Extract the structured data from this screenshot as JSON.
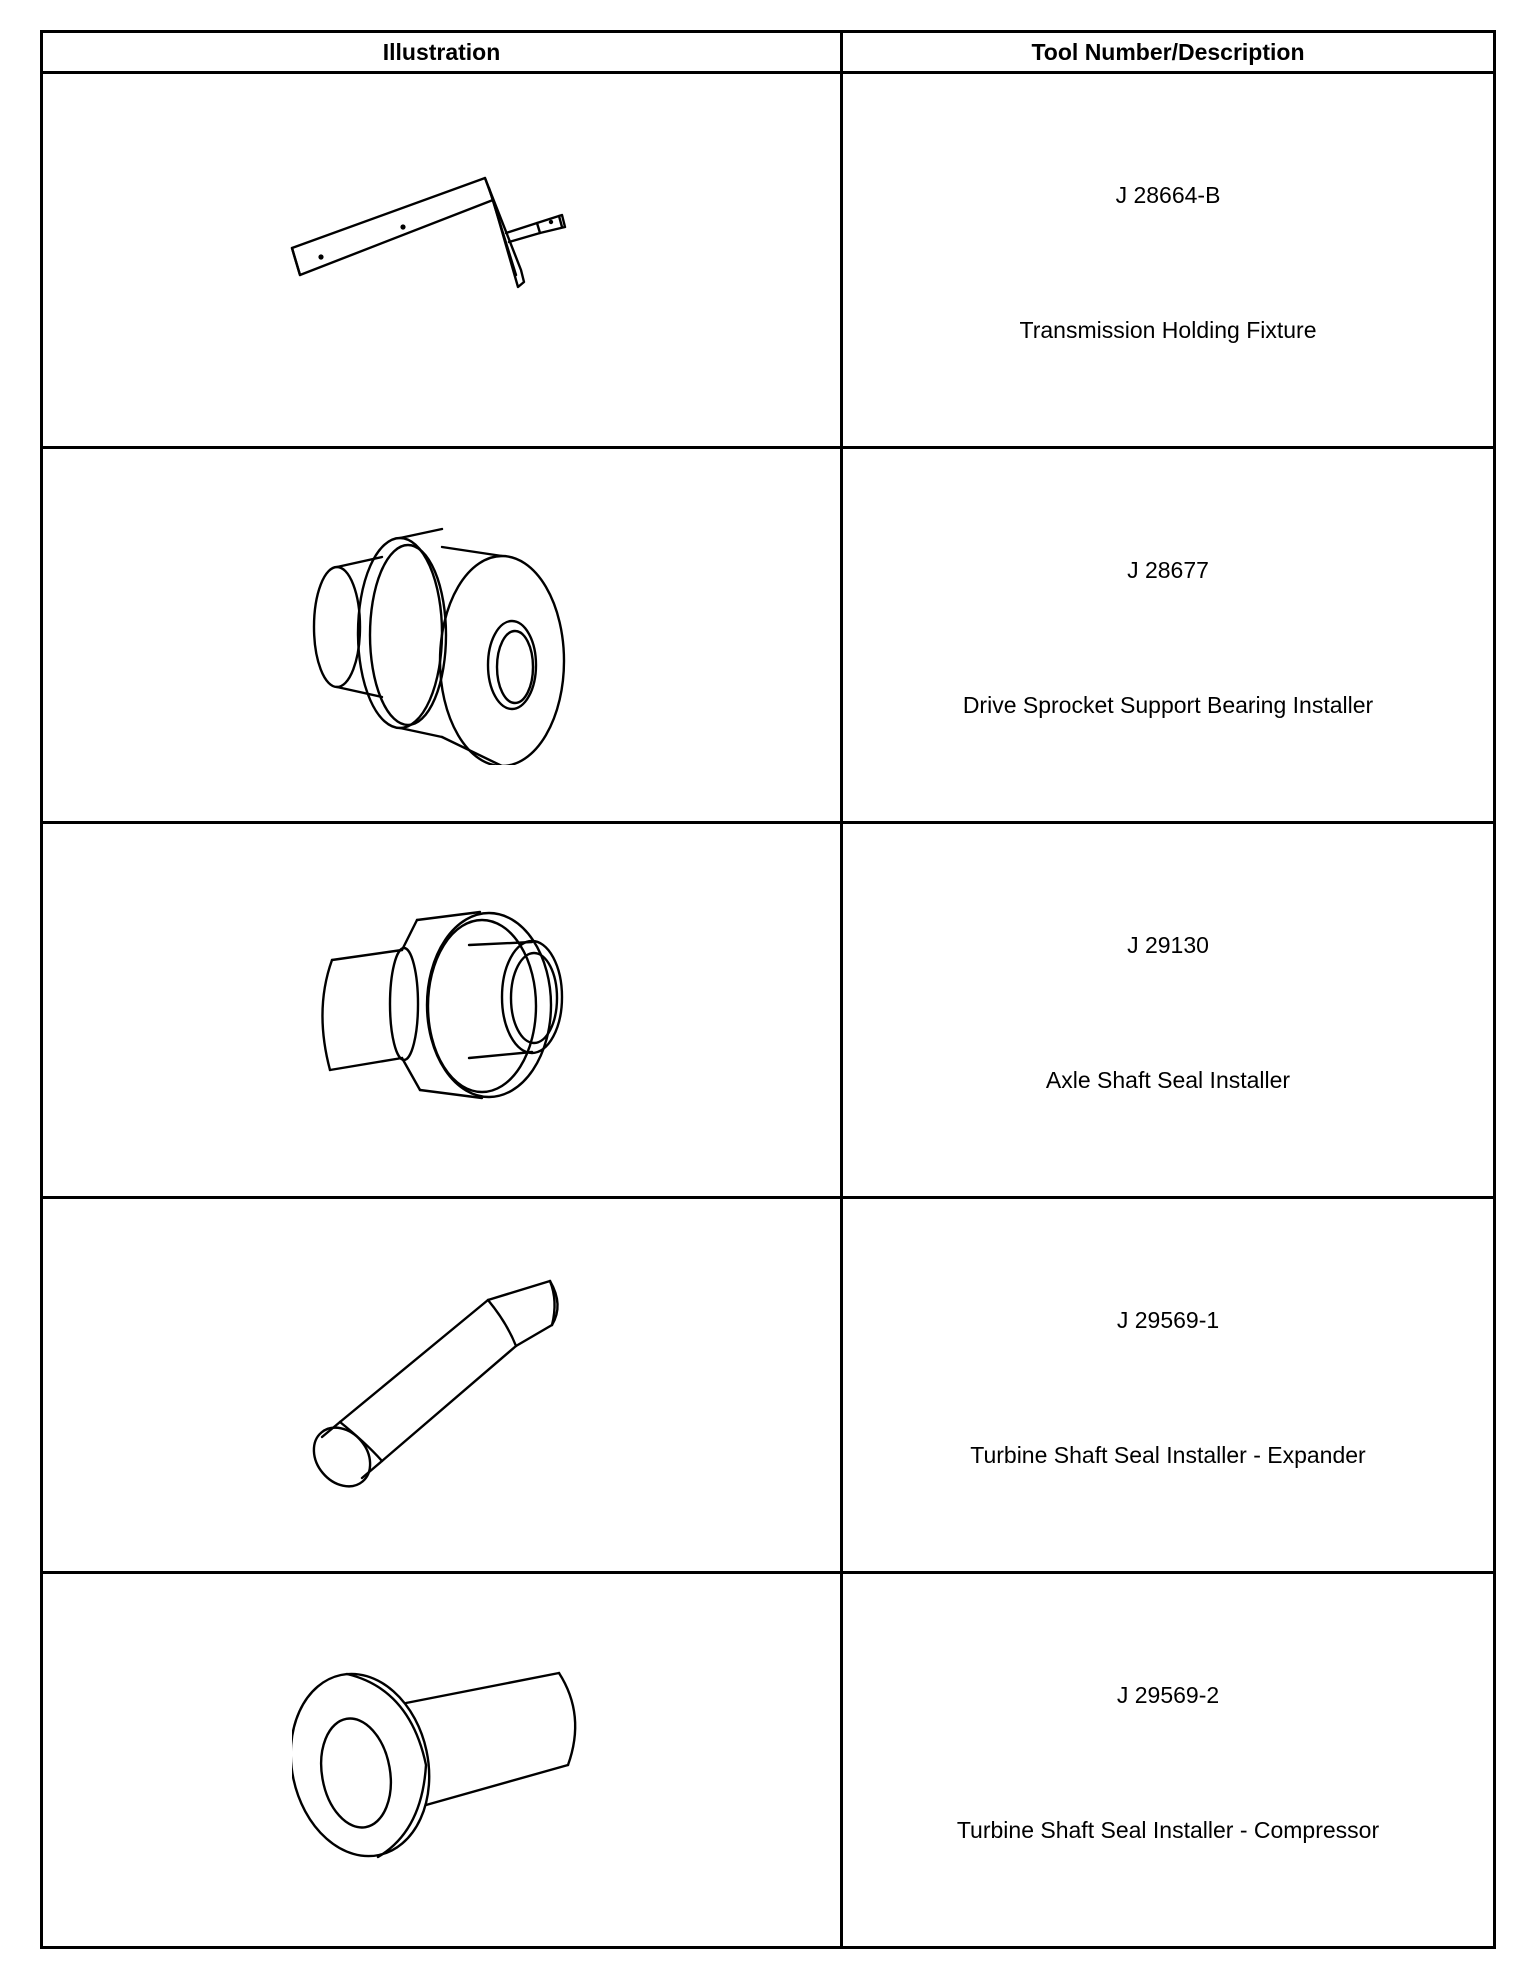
{
  "headers": {
    "illustration": "Illustration",
    "tool": "Tool Number/Description"
  },
  "tools": [
    {
      "number": "J 28664-B",
      "description": "Transmission Holding Fixture",
      "icon": "holding-fixture-icon"
    },
    {
      "number": "J 28677",
      "description": "Drive Sprocket Support Bearing Installer",
      "icon": "bearing-installer-icon"
    },
    {
      "number": "J 29130",
      "description": "Axle Shaft Seal Installer",
      "icon": "axle-seal-installer-icon"
    },
    {
      "number": "J 29569-1",
      "description": "Turbine Shaft Seal Installer - Expander",
      "icon": "seal-expander-icon"
    },
    {
      "number": "J 29569-2",
      "description": "Turbine Shaft Seal Installer - Compressor",
      "icon": "seal-compressor-icon"
    }
  ]
}
